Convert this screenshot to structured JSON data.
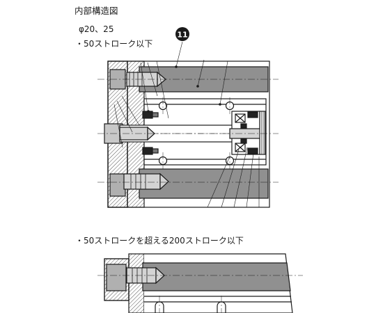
{
  "title": "内部構造図",
  "bore_sizes": "φ20、25",
  "sections": [
    {
      "label": "・50ストローク以下"
    },
    {
      "label": "・50ストロークを超える200ストローク以下"
    }
  ],
  "callout": {
    "number": "11"
  },
  "colors": {
    "ink": "#1a1a1a",
    "steel": "#8f8f8f",
    "seal": "#222222",
    "paper": "#ffffff"
  }
}
